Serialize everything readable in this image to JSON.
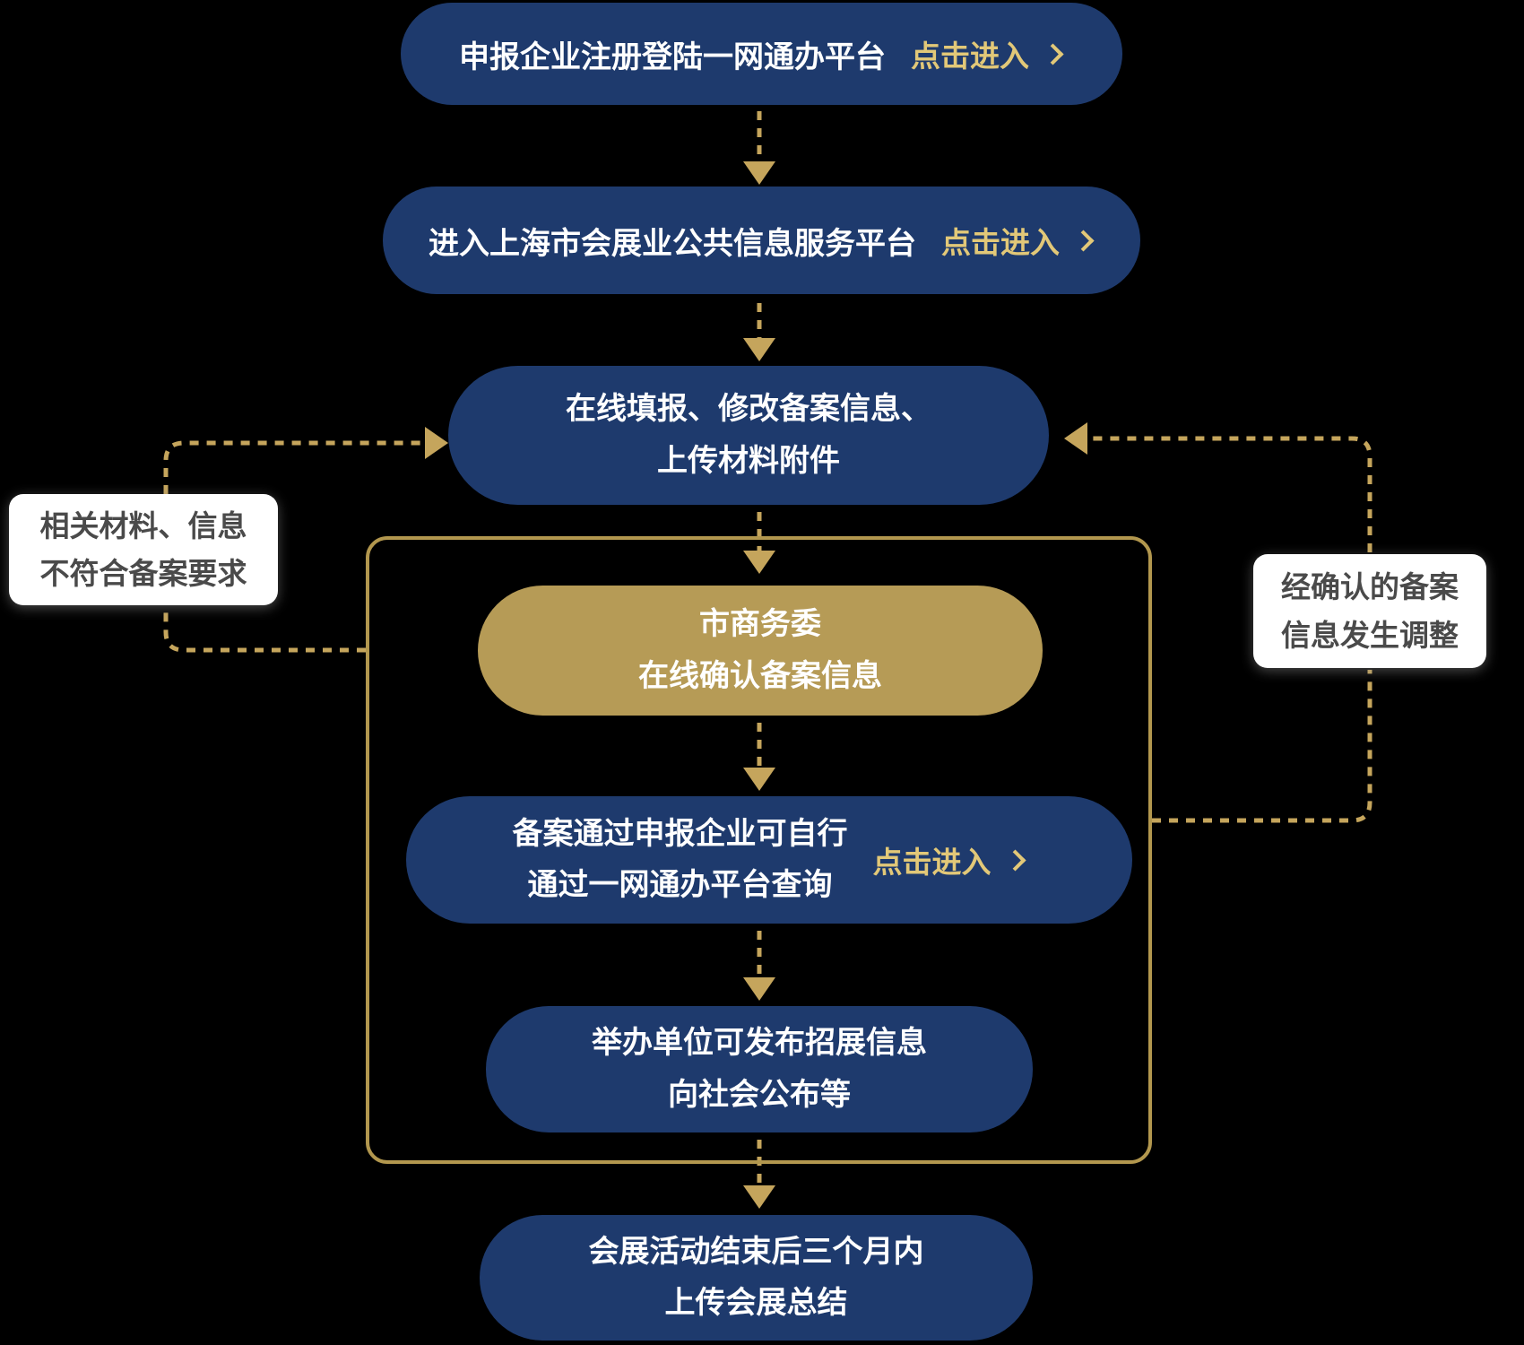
{
  "colors": {
    "navy": "#1e3a6d",
    "gold_box": "#b69b56",
    "gold_link_text": "#e2c878",
    "connector_gold": "#c5a55c",
    "frame_gold": "#b2974e",
    "callout_bg": "#ffffff",
    "callout_text": "#4a4a4a",
    "background": "#000000"
  },
  "nodes": {
    "register": {
      "label": "申报企业注册登陆一网通办平台",
      "link": "点击进入"
    },
    "platform": {
      "label": "进入上海市会展业公共信息服务平台",
      "link": "点击进入"
    },
    "fill": {
      "line1": "在线填报、修改备案信息、",
      "line2": "上传材料附件"
    },
    "confirm": {
      "line1": "市商务委",
      "line2": "在线确认备案信息"
    },
    "query": {
      "line1": "备案通过申报企业可自行",
      "line2": "通过一网通办平台查询",
      "link": "点击进入"
    },
    "publish": {
      "line1": "举办单位可发布招展信息",
      "line2": "向社会公布等"
    },
    "summary": {
      "line1": "会展活动结束后三个月内",
      "line2": "上传会展总结"
    }
  },
  "callouts": {
    "reject": {
      "line1": "相关材料、信息",
      "line2": "不符合备案要求"
    },
    "adjust": {
      "line1": "经确认的备案",
      "line2": "信息发生调整"
    }
  }
}
